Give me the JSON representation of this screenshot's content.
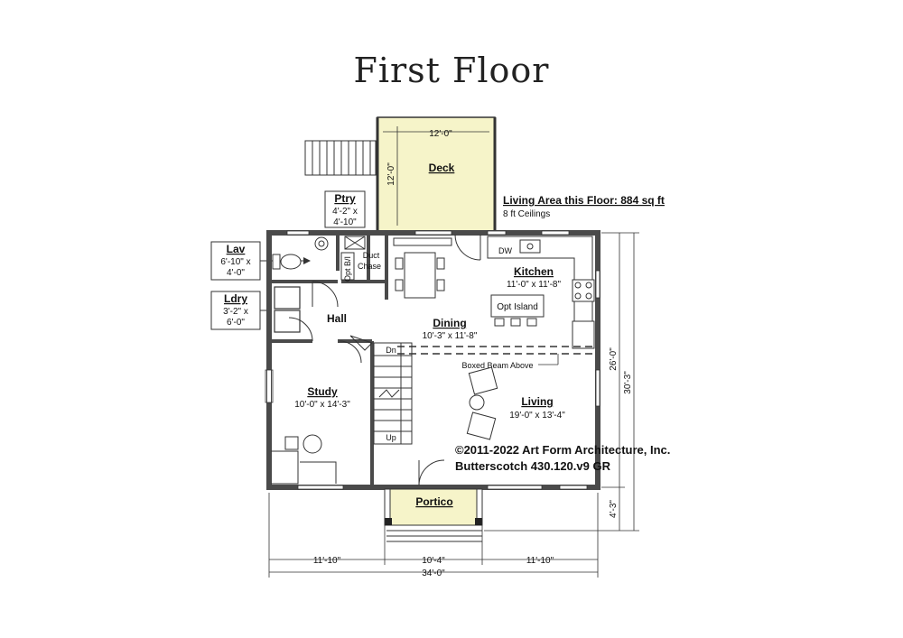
{
  "title": "First Floor",
  "info": {
    "area": "Living Area this Floor: 884 sq ft",
    "ceilings": "8 ft Ceilings"
  },
  "copyright": {
    "line1": "©2011-2022 Art Form Architecture, Inc.",
    "line2": "Butterscotch 430.120.v9 GR"
  },
  "rooms": {
    "deck": {
      "name": "Deck",
      "dim_w": "12'-0\"",
      "dim_h": "12'-0\""
    },
    "pantry": {
      "name": "Ptry",
      "dim1": "4'-2\" x",
      "dim2": "4'-10\""
    },
    "lav": {
      "name": "Lav",
      "dim1": "6'-10\" x",
      "dim2": "4'-0\""
    },
    "laundry": {
      "name": "Ldry",
      "dim1": "3'-2\" x",
      "dim2": "6'-0\""
    },
    "duct": {
      "line1": "Duct",
      "line2": "Chase",
      "opt": "Opt B/I"
    },
    "kitchen": {
      "name": "Kitchen",
      "dim": "11'-0\" x 11'-8\"",
      "island": "Opt Island",
      "dw": "DW"
    },
    "hall": {
      "name": "Hall"
    },
    "dining": {
      "name": "Dining",
      "dim": "10'-3\" x 11'-8\""
    },
    "study": {
      "name": "Study",
      "dim": "10'-0\" x 14'-3\""
    },
    "living": {
      "name": "Living",
      "dim": "19'-0\" x 13'-4\""
    },
    "portico": {
      "name": "Portico"
    },
    "stairs": {
      "down": "Dn",
      "up": "Up"
    },
    "beam": "Boxed Beam Above"
  },
  "dimensions": {
    "bottom_left": "11'-10\"",
    "bottom_mid": "10'-4\"",
    "bottom_right": "11'-10\"",
    "bottom_total": "34'-0\"",
    "right_main": "26'-0\"",
    "right_total": "30'-3\"",
    "right_portico": "4'-3\""
  },
  "colors": {
    "deck_fill": "#f6f4c9",
    "wall": "#4a4a4a",
    "line": "#222222"
  }
}
